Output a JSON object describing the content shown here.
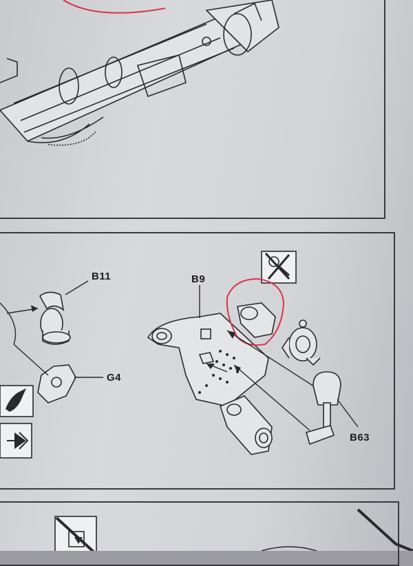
{
  "parts": {
    "b11": "B11",
    "b9": "B9",
    "g4": "G4",
    "b63": "B63"
  },
  "icons": {
    "no_glue": "no-glue-icon",
    "paint": "paint-drop-icon",
    "arrow": "arrow-right-icon",
    "no_cut": "no-cut-icon"
  },
  "colors": {
    "highlight": "#d8344a",
    "ink": "#2a2a2e"
  }
}
